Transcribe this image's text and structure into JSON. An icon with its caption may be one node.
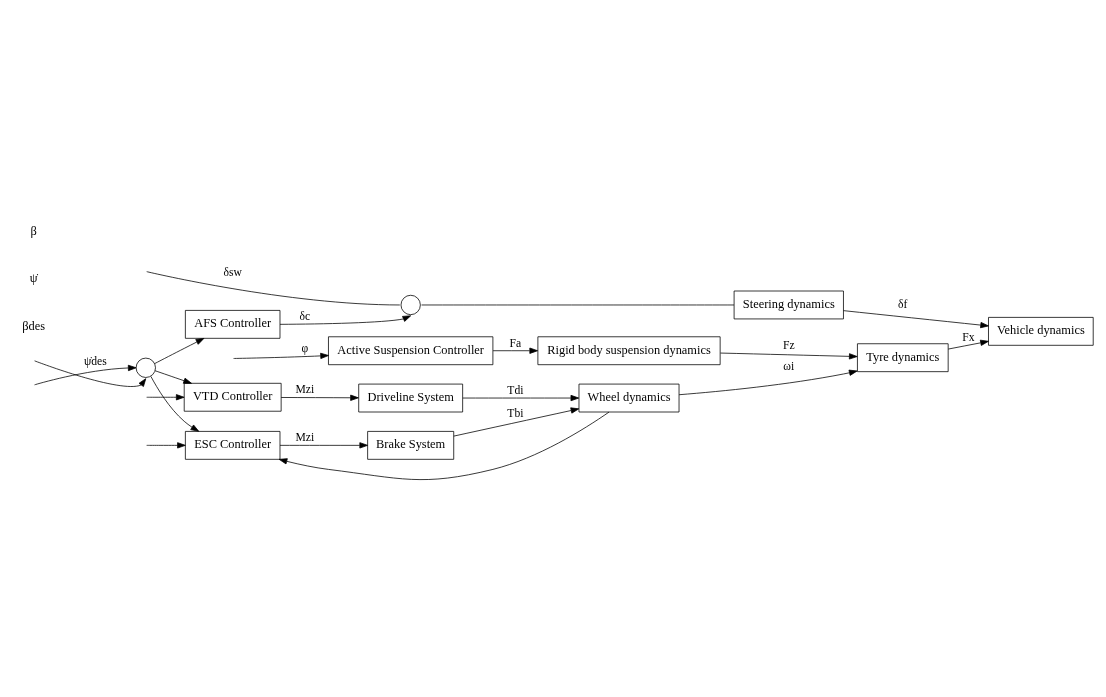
{
  "diagram": {
    "nodes": [
      {
        "text": [],
        "shape": "circle"
      },
      {
        "text": [
          "Steering dynamics"
        ]
      },
      {
        "text": [
          "AFS Controller"
        ]
      },
      {
        "text": [
          "Active Suspension Controller"
        ]
      },
      {
        "text": [
          "Rigid body suspension dynamics"
        ]
      },
      {
        "text": [
          "VTD Controller"
        ]
      },
      {
        "text": [
          "Driveline System"
        ]
      },
      {
        "text": [],
        "shape": "circle"
      },
      {
        "text": [
          "ESC Controller"
        ]
      },
      {
        "text": [
          "Brake System"
        ]
      },
      {
        "text": [
          "Wheel dynamics"
        ]
      },
      {
        "text": [
          "Tyre dynamics"
        ]
      },
      {
        "text": [
          "Vehicle dynamics"
        ]
      }
    ],
    "edges": [
      {
        "from": null,
        "to": 0,
        "arrow": "none",
        "label": "δsw"
      },
      {
        "from": 0,
        "to": 1,
        "arrow": "none"
      },
      {
        "from": 1,
        "to": 12,
        "arrow": "to",
        "label": "δf"
      },
      {
        "from": 2,
        "to": 0,
        "arrow": "to",
        "label": "δc"
      },
      {
        "from": null,
        "to": 3,
        "arrow": "to",
        "label": "φ"
      },
      {
        "from": 3,
        "to": 4,
        "arrow": "to",
        "label": "Fa"
      },
      {
        "from": 4,
        "to": 11,
        "arrow": "to",
        "label": "Fz"
      },
      {
        "from": null,
        "to": 5,
        "arrow": "to"
      },
      {
        "from": 7,
        "to": 2,
        "arrow": "to"
      },
      {
        "from": 7,
        "to": 5,
        "arrow": "to"
      },
      {
        "from": 5,
        "to": 6,
        "arrow": "to",
        "label": "Mzi"
      },
      {
        "from": 6,
        "to": 10,
        "arrow": "to",
        "label": "Tdi"
      },
      {
        "from": null,
        "to": 7,
        "arrow": "to",
        "label": "ψ̇des"
      },
      {
        "from": null,
        "to": 7,
        "arrow": "to"
      },
      {
        "from": 7,
        "to": 8,
        "arrow": "to"
      },
      {
        "from": 8,
        "to": 9,
        "arrow": "to",
        "label": "Mzi"
      },
      {
        "from": 9,
        "to": 10,
        "arrow": "to",
        "label": "Tbi"
      },
      {
        "from": 10,
        "to": 11,
        "arrow": "to",
        "label": "ωi"
      },
      {
        "from": 10,
        "to": 8,
        "arrow": "to"
      },
      {
        "from": null,
        "to": 8,
        "arrow": "to"
      },
      {
        "from": 11,
        "to": 12,
        "arrow": "to",
        "label": "Fx"
      }
    ],
    "labels": [
      "βdes",
      "ψ̇",
      "β"
    ]
  }
}
